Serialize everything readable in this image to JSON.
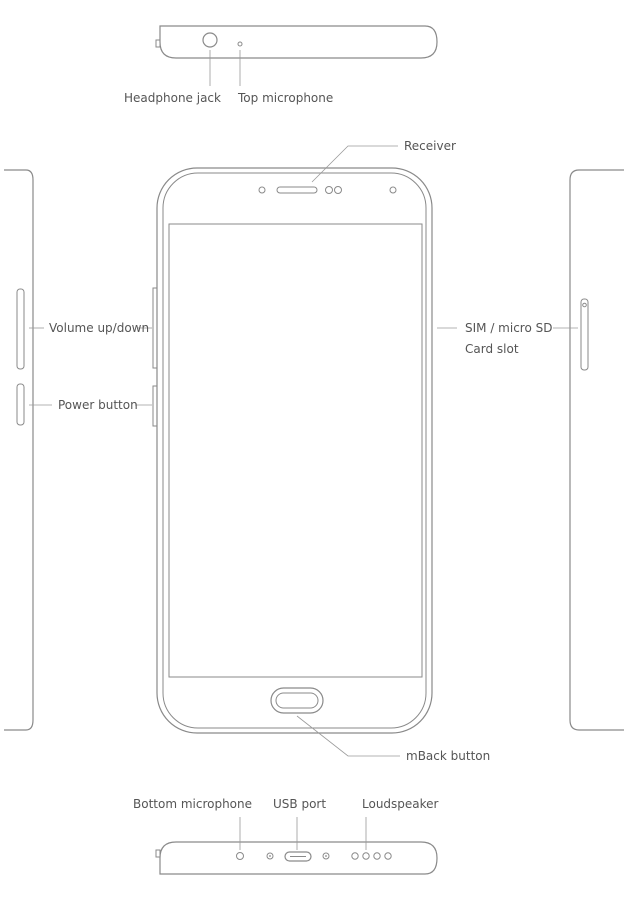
{
  "labels": {
    "headphone_jack": "Headphone jack",
    "top_microphone": "Top microphone",
    "receiver": "Receiver",
    "volume": "Volume up/down",
    "power": "Power button",
    "sim_line1": "SIM / micro SD",
    "sim_line2": "Card slot",
    "mback": "mBack button",
    "bottom_microphone": "Bottom microphone",
    "usb_port": "USB port",
    "loudspeaker": "Loudspeaker"
  }
}
